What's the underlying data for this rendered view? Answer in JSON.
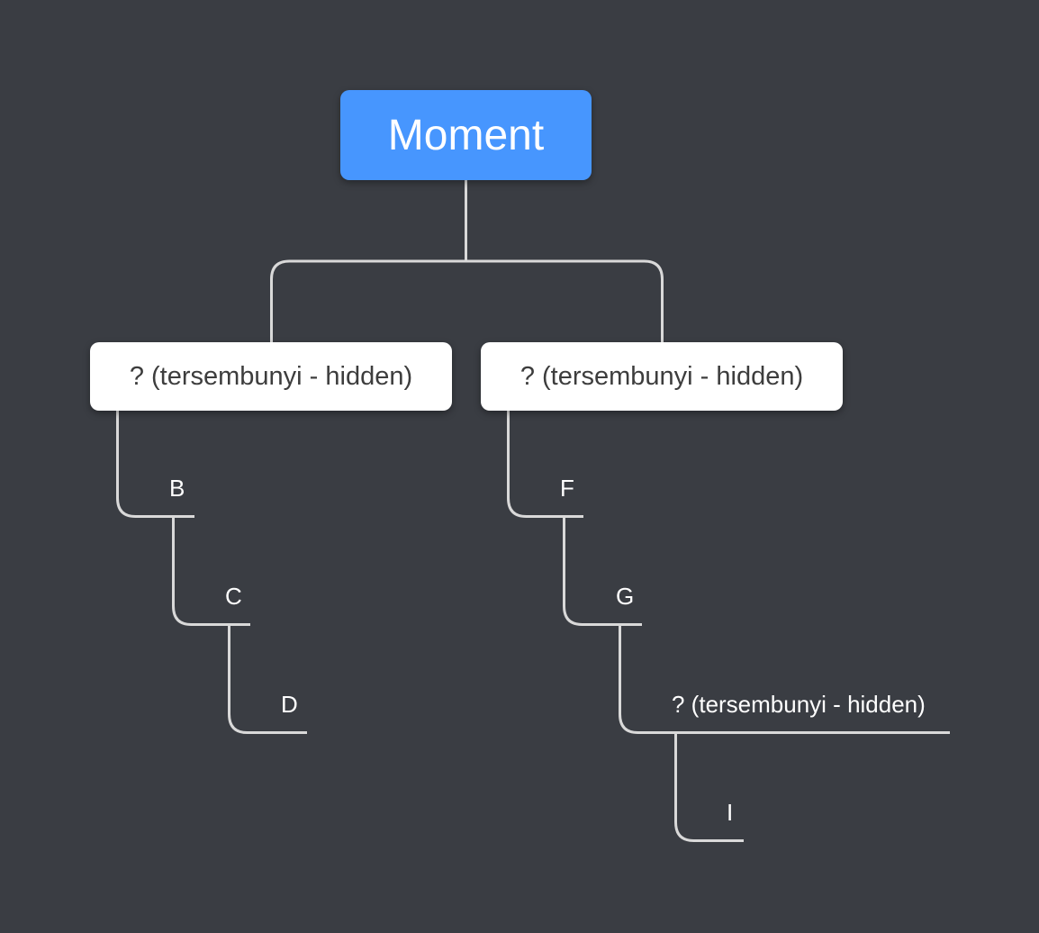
{
  "root": {
    "label": "Moment"
  },
  "branches": [
    {
      "label": "? (tersembunyi - hidden)",
      "children": [
        {
          "label": "B"
        },
        {
          "label": "C"
        },
        {
          "label": "D"
        }
      ]
    },
    {
      "label": "? (tersembunyi - hidden)",
      "children": [
        {
          "label": "F"
        },
        {
          "label": "G"
        },
        {
          "label": "? (tersembunyi - hidden)"
        },
        {
          "label": "I"
        }
      ]
    }
  ],
  "colors": {
    "background": "#3a3d43",
    "root_fill": "#4796fe",
    "node_fill": "#ffffff",
    "connector": "#d9d9d9",
    "leaf_text": "#ffffff",
    "node_text": "#3d3d3d"
  }
}
